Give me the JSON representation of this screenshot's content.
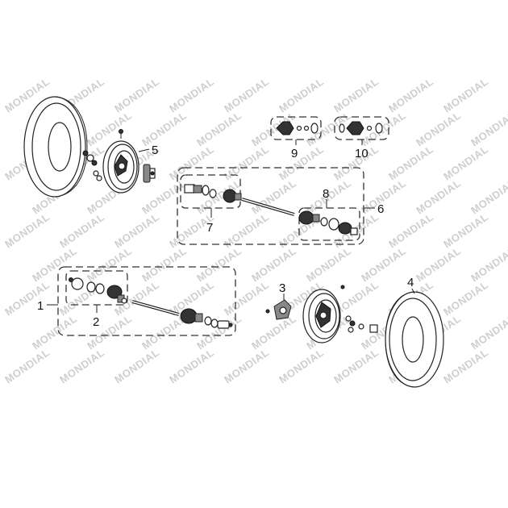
{
  "watermark": {
    "text": "MONDIAL"
  },
  "callouts": [
    {
      "id": "1",
      "label": "1"
    },
    {
      "id": "2",
      "label": "2"
    },
    {
      "id": "3",
      "label": "3"
    },
    {
      "id": "4",
      "label": "4"
    },
    {
      "id": "5",
      "label": "5"
    },
    {
      "id": "6",
      "label": "6"
    },
    {
      "id": "7",
      "label": "7"
    },
    {
      "id": "8",
      "label": "8"
    },
    {
      "id": "9",
      "label": "9"
    },
    {
      "id": "10",
      "label": "10"
    }
  ],
  "colors": {
    "line": "#222222",
    "watermark": "#cfcfcf",
    "background": "#ffffff"
  }
}
